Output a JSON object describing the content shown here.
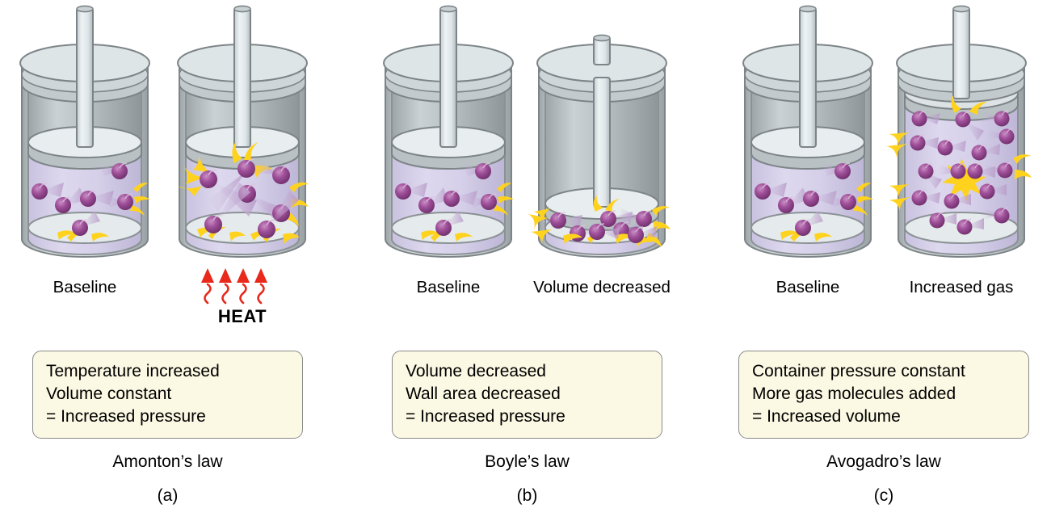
{
  "figure": {
    "title": "Gas laws kinetic-molecular illustration",
    "colors": {
      "gas_fill": "#d8d2ea",
      "molecule": "#9b4f96",
      "collision": "#ffd21e",
      "metal": "#b9bfc2",
      "metal_light": "#dfe6e8",
      "box_fill": "#fbf8e3",
      "box_border": "#8a8a8a",
      "heat_red": "#e8291c"
    }
  },
  "panels": [
    {
      "letter": "(a)",
      "law": "Amonton’s law",
      "cylinders": [
        {
          "caption": "Baseline",
          "state": "baseline"
        },
        {
          "caption": "",
          "state": "heated"
        }
      ],
      "heat": {
        "label": "HEAT",
        "arrows": 4
      },
      "box": {
        "lines": [
          "Temperature increased",
          "Volume constant",
          "= Increased pressure"
        ]
      }
    },
    {
      "letter": "(b)",
      "law": "Boyle’s law",
      "cylinders": [
        {
          "caption": "Baseline",
          "state": "baseline"
        },
        {
          "caption": "Volume decreased",
          "state": "compressed"
        }
      ],
      "box": {
        "lines": [
          "Volume decreased",
          "Wall area decreased",
          "= Increased pressure"
        ]
      }
    },
    {
      "letter": "(c)",
      "law": "Avogadro’s law",
      "cylinders": [
        {
          "caption": "Baseline",
          "state": "baseline"
        },
        {
          "caption": "Increased gas",
          "state": "expanded"
        }
      ],
      "box": {
        "lines": [
          "Container pressure constant",
          "More gas molecules added",
          "= Increased volume"
        ]
      }
    }
  ]
}
